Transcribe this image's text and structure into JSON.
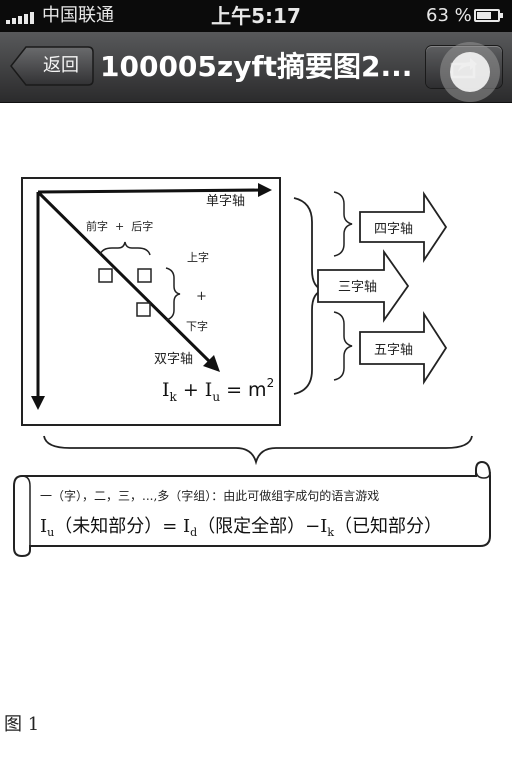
{
  "status_bar": {
    "carrier": "中国联通",
    "time": "上午5:17",
    "battery_percent": "63 %"
  },
  "nav_bar": {
    "back_label": "返回",
    "title": "100005zyft摘要图2..."
  },
  "figure": {
    "labels": {
      "single_axis": "单字轴",
      "prev_next": "前字  +  后字",
      "upper": "上字",
      "plus": "+",
      "lower": "下字",
      "double_axis": "双字轴",
      "formula_lhs": "I",
      "formula_k": "k",
      "formula_plus": " + I",
      "formula_u": "u",
      "formula_eq": " = m",
      "formula_sup": "2"
    },
    "arrows": {
      "four": "四字轴",
      "three": "三字轴",
      "five": "五字轴"
    },
    "scroll": {
      "line1": "一（字），二，三，...,多（字组）：由此可做组字成句的语言游戏",
      "line2_iu": "I",
      "line2_u": "u",
      "line2_a": "（未知部分）= I",
      "line2_d": "d",
      "line2_b": "（限定全部）−I",
      "line2_k": "k",
      "line2_c": "（已知部分）"
    },
    "caption": "图 1"
  }
}
